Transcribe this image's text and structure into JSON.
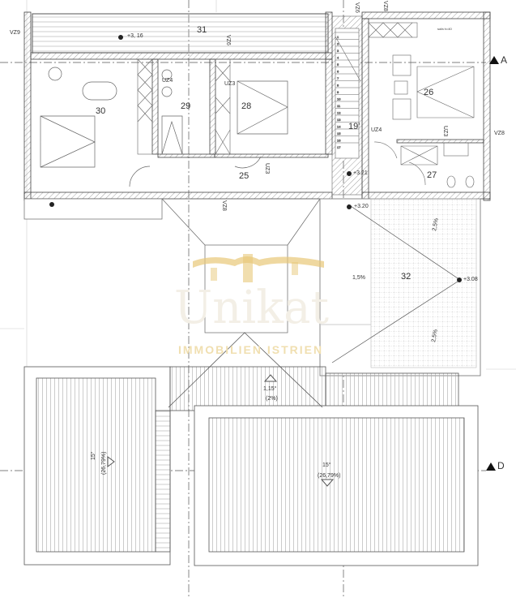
{
  "rooms": {
    "r31": "31",
    "r30": "30",
    "r29": "29",
    "r28": "28",
    "r25": "25",
    "r19": "19'",
    "r26": "26",
    "r27": "27",
    "r32": "32"
  },
  "wall_tags": {
    "vz9": "VZ9",
    "vz6": "VZ6",
    "vz8_top": "VZ8",
    "vz8_right": "VZ8",
    "vz8_bottom": "VZ8",
    "uz4_left": "UZ4",
    "uz3_left": "UZ3",
    "uz3_corr": "UZ3",
    "uz4_right": "UZ4",
    "uz3_right": "UZ3",
    "vz6_top": "VZ6"
  },
  "levels": {
    "balcony": "+3, 16",
    "stair": "+3.21",
    "terrace_entry": "+3.20",
    "terrace": "+3.08"
  },
  "slopes": {
    "terrace_left": "1,5%",
    "terrace_top": "2,5%",
    "terrace_bottom": "2,5%",
    "middle_roof_angle": "1,15°",
    "middle_roof_pct": "(2%)",
    "left_roof_angle": "15°",
    "left_roof_pct": "(26,79%)",
    "main_roof_angle": "15°",
    "main_roof_pct": "(26,79%)"
  },
  "section_marks": {
    "a": "A",
    "d": "D"
  },
  "stair_steps": [
    "1",
    "2",
    "3",
    "4",
    "5",
    "6",
    "7",
    "8",
    "9",
    "10",
    "11",
    "12",
    "13",
    "14",
    "15",
    "16",
    "17"
  ],
  "furniture_note": "sofa h=40",
  "watermark": {
    "name": "Unikat",
    "tagline": "IMMOBILIEN ISTRIEN",
    "color": "#e8c878"
  },
  "colors": {
    "line": "#444444",
    "hatch": "#888888"
  }
}
